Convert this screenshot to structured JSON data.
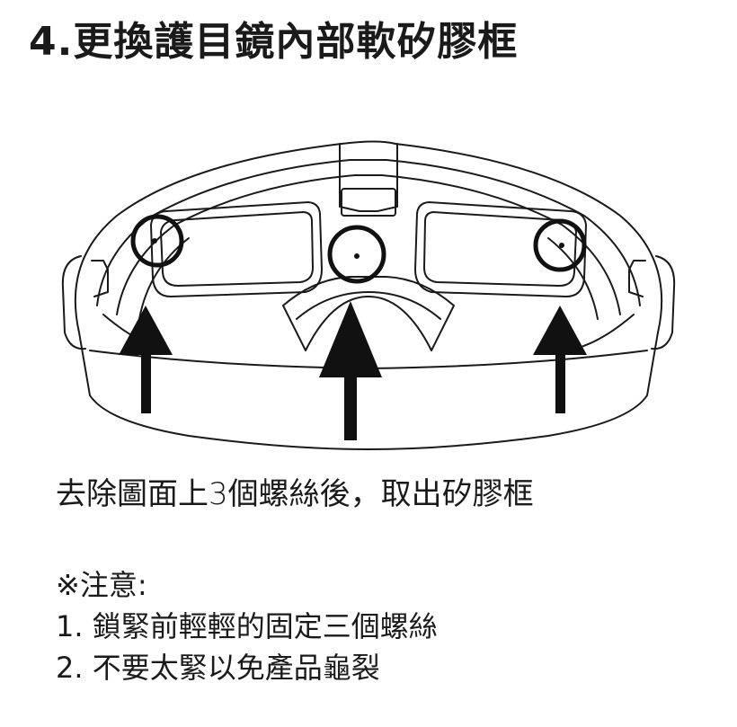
{
  "title": "4.更換護目鏡內部軟矽膠框",
  "instruction": "去除圖面上3個螺絲後，取出矽膠框",
  "notes": {
    "heading": "※注意:",
    "items": [
      "1. 鎖緊前輕輕的固定三個螺絲",
      "2. 不要太緊以免產品龜裂"
    ]
  },
  "diagram": {
    "subject": "goggle-inner-frame",
    "screw_count": 3,
    "line_color": "#1a1a1a"
  }
}
